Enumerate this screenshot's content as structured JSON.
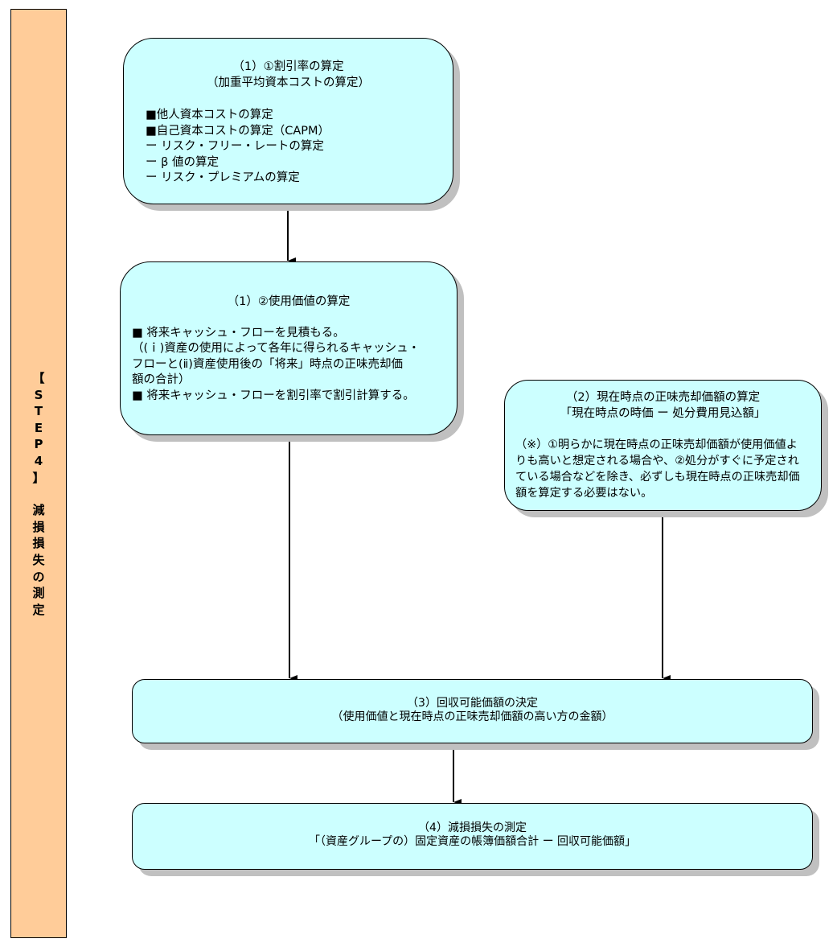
{
  "sidebar": {
    "label_chars": [
      "【",
      "S",
      "T",
      "E",
      "P",
      "4",
      "】"
    ],
    "title_chars": [
      "減",
      "損",
      "損",
      "失",
      "の",
      "測",
      "定"
    ],
    "background": "#ffcc99"
  },
  "colors": {
    "box_fill": "#ccffff",
    "box_border": "#000000",
    "box_shadow": "#c0c0c0",
    "arrow": "#000000"
  },
  "boxes": {
    "discount_rate": {
      "title_lines": [
        "（1）①割引率の算定",
        "（加重平均資本コストの算定）"
      ],
      "items": [
        "■他人資本コストの算定",
        "■自己資本コストの算定（CAPM）",
        " ー リスク・フリー・レートの算定",
        " ー β 値の算定",
        " ー リスク・プレミアムの算定"
      ]
    },
    "value_in_use": {
      "title_lines": [
        "（1）②使用価値の算定"
      ],
      "items": [
        "■ 将来キャッシュ・フローを見積もる。",
        "（(ｉ)資産の使用によって各年に得られるキャッシュ・",
        "フローと(ⅱ)資産使用後の「将来」時点の正味売却価",
        "額の合計）",
        "■ 将来キャッシュ・フローを割引率で割引計算する。"
      ]
    },
    "net_selling_price": {
      "title_lines": [
        "（2）現在時点の正味売却価額の算定",
        "「現在時点の時価 ー 処分費用見込額」"
      ],
      "items": [
        "（※）①明らかに現在時点の正味売却価額が使用価値よ",
        "りも高いと想定される場合や、②処分がすぐに予定され",
        "ている場合などを除き、必ずしも現在時点の正味売却価",
        "額を算定する必要はない。"
      ]
    },
    "recoverable_amount": {
      "title_lines": [
        "（3）回収可能価額の決定",
        "（使用価値と現在時点の正味売却価額の高い方の金額）"
      ]
    },
    "impairment_loss": {
      "title_lines": [
        "（4）減損損失の測定",
        "「（資産グループの）固定資産の帳簿価額合計 ー 回収可能価額」"
      ]
    }
  },
  "flow": [
    {
      "from": "discount_rate",
      "to": "value_in_use"
    },
    {
      "from": "value_in_use",
      "to": "recoverable_amount"
    },
    {
      "from": "net_selling_price",
      "to": "recoverable_amount"
    },
    {
      "from": "recoverable_amount",
      "to": "impairment_loss"
    }
  ]
}
